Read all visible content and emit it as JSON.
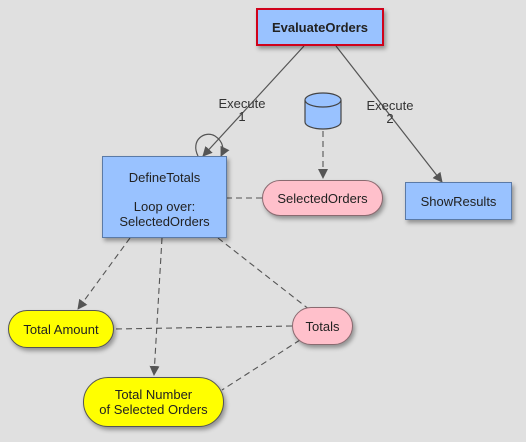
{
  "nodes": {
    "evaluate_orders": "EvaluateOrders",
    "define_totals_title": "DefineTotals",
    "define_totals_loop": "Loop over:\nSelectedOrders",
    "selected_orders": "SelectedOrders",
    "show_results": "ShowResults",
    "total_amount": "Total Amount",
    "totals": "Totals",
    "total_number": "Total Number\nof Selected Orders"
  },
  "edges": {
    "execute_1": "Execute\n1",
    "execute_2": "Execute\n2"
  },
  "icons": {
    "datastore": "database-icon"
  },
  "colors": {
    "background": "#e0e0e0",
    "action_node": "#99c2ff",
    "root_border": "#d0021b",
    "data_node": "#ffc0cb",
    "output_node": "#ffff00"
  }
}
